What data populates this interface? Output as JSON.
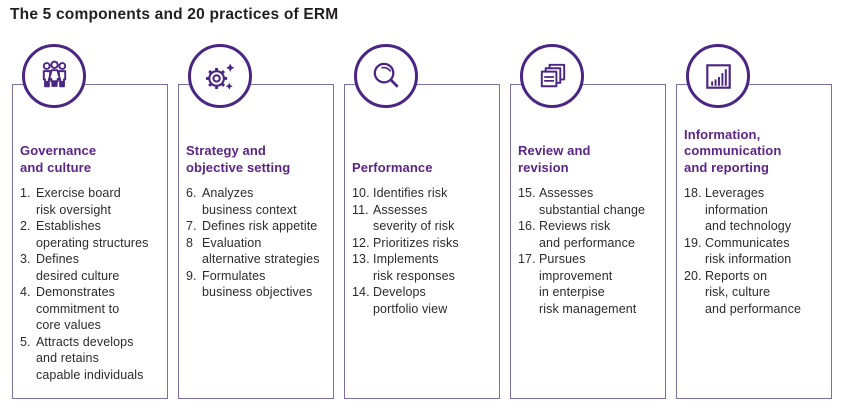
{
  "page_title": "The 5 components and 20 practices of ERM",
  "colors": {
    "deep_purple": "#4b2583",
    "title_purple": "#5b2487",
    "box_border": "#7b6fa3",
    "heading_text": "#231f20",
    "body_text": "#2e2a2b"
  },
  "columns": [
    {
      "icon": "people-icon",
      "title": "Governance\nand culture",
      "items": [
        {
          "num": "1.",
          "text": "Exercise board\nrisk oversight"
        },
        {
          "num": "2.",
          "text": "Establishes\noperating structures"
        },
        {
          "num": "3.",
          "text": "Defines\ndesired culture"
        },
        {
          "num": "4.",
          "text": "Demonstrates\ncommitment to\ncore values"
        },
        {
          "num": "5.",
          "text": "Attracts develops\nand retains\ncapable individuals"
        }
      ]
    },
    {
      "icon": "gear-icon",
      "title": "Strategy and\nobjective setting",
      "items": [
        {
          "num": "6.",
          "text": "Analyzes\nbusiness context"
        },
        {
          "num": "7.",
          "text": "Defines risk appetite"
        },
        {
          "num": "8",
          "text": "Evaluation\nalternative strategies"
        },
        {
          "num": "9.",
          "text": "Formulates\nbusiness objectives"
        }
      ]
    },
    {
      "icon": "magnifier-icon",
      "title": "Performance",
      "items": [
        {
          "num": "10.",
          "text": "Identifies risk"
        },
        {
          "num": "11.",
          "text": "Assesses\nseverity of risk"
        },
        {
          "num": "12.",
          "text": "Prioritizes risks"
        },
        {
          "num": "13.",
          "text": "Implements\nrisk responses"
        },
        {
          "num": "14.",
          "text": "Develops\nportfolio view"
        }
      ]
    },
    {
      "icon": "documents-icon",
      "title": "Review and\nrevision",
      "items": [
        {
          "num": "15.",
          "text": "Assesses\nsubstantial change"
        },
        {
          "num": "16.",
          "text": "Reviews risk\nand performance"
        },
        {
          "num": "17.",
          "text": "Pursues\nimprovement\nin enterpise\nrisk management"
        }
      ]
    },
    {
      "icon": "bar-chart-icon",
      "title": "Information,\ncommunication\nand reporting",
      "items": [
        {
          "num": "18.",
          "text": "Leverages\ninformation\nand technology"
        },
        {
          "num": "19.",
          "text": "Communicates\nrisk information"
        },
        {
          "num": "20.",
          "text": "Reports on\nrisk, culture\nand performance"
        }
      ]
    }
  ]
}
